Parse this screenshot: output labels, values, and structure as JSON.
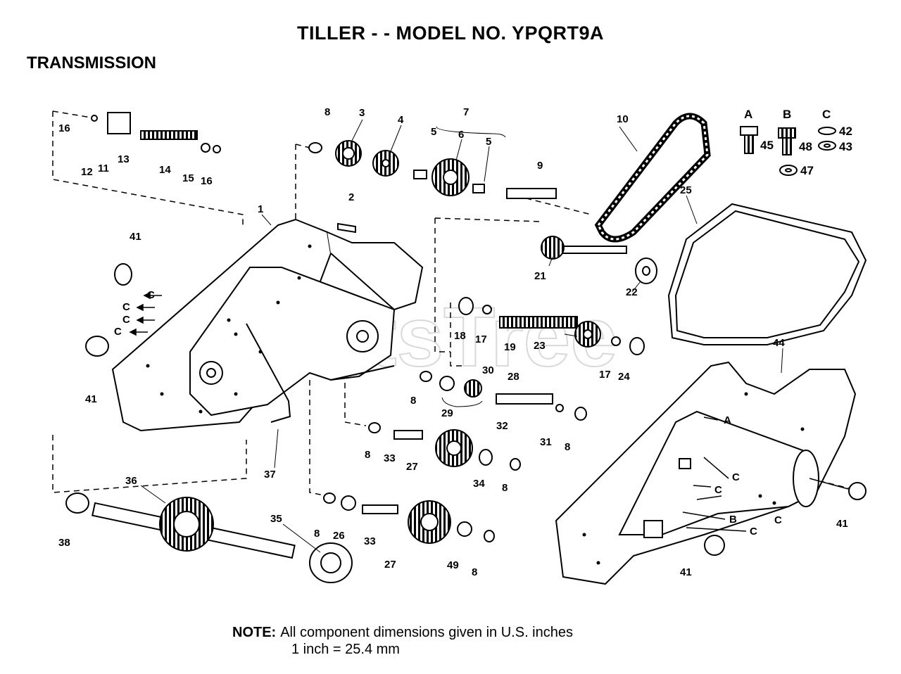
{
  "title": "TILLER - - MODEL NO. YPQRT9A",
  "section": "TRANSMISSION",
  "watermark": "PartsTree",
  "note": {
    "label": "NOTE:",
    "line1": "All component dimensions given in U.S. inches",
    "line2": "1 inch = 25.4 mm"
  },
  "hardware_kit": {
    "headers": [
      "A",
      "B",
      "C"
    ],
    "items": [
      "45",
      "48",
      "42",
      "43",
      "47"
    ]
  },
  "callouts": [
    "1",
    "2",
    "3",
    "4",
    "5",
    "6",
    "5",
    "7",
    "8",
    "9",
    "10",
    "16",
    "12",
    "11",
    "13",
    "14",
    "15",
    "16",
    "25",
    "41",
    "21",
    "22",
    "18",
    "17",
    "19",
    "23",
    "17",
    "24",
    "41",
    "44",
    "8",
    "30",
    "28",
    "29",
    "32",
    "31",
    "8",
    "8",
    "33",
    "27",
    "34",
    "8",
    "36",
    "37",
    "35",
    "38",
    "8",
    "26",
    "33",
    "27",
    "49",
    "8",
    "41",
    "41",
    "C",
    "C",
    "C",
    "C",
    "C",
    "C",
    "C",
    "C",
    "A",
    "B"
  ]
}
